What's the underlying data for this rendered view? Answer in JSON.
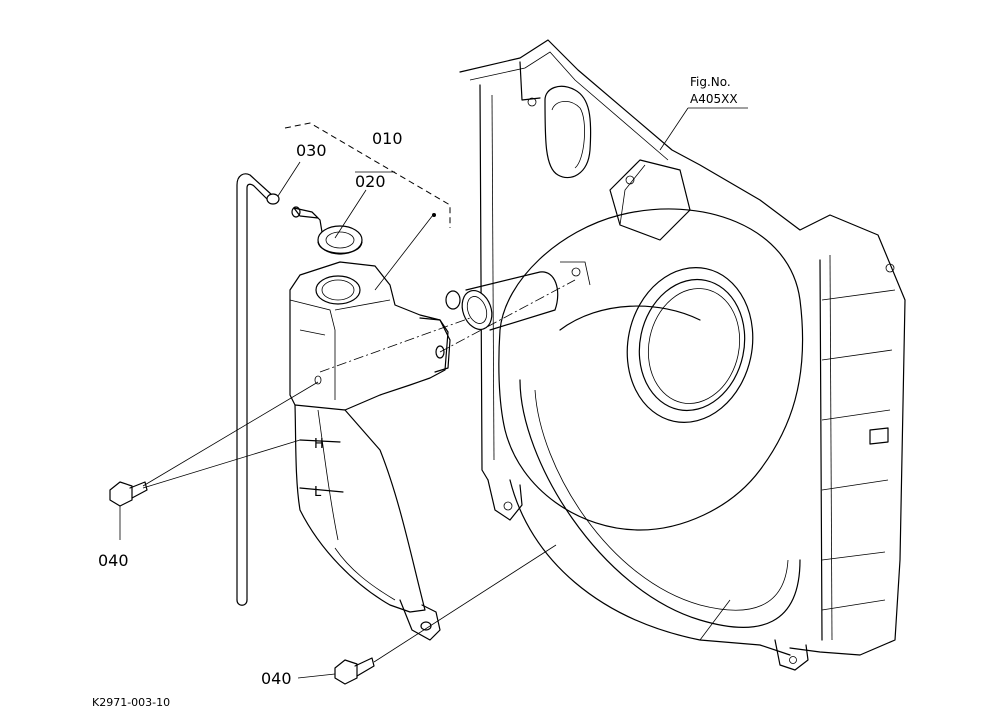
{
  "figure": {
    "fig_no_label": "Fig.No.",
    "fig_no_value": "A405XX",
    "drawing_code": "K2971-003-10"
  },
  "parts": [
    {
      "id": "assembly",
      "label": "010"
    },
    {
      "id": "cap",
      "label": "020"
    },
    {
      "id": "hose",
      "label": "030"
    },
    {
      "id": "bolt_upper",
      "label": "040"
    },
    {
      "id": "bolt_lower",
      "label": "040"
    }
  ],
  "tank_markings": {
    "full": "H",
    "low": "L"
  }
}
